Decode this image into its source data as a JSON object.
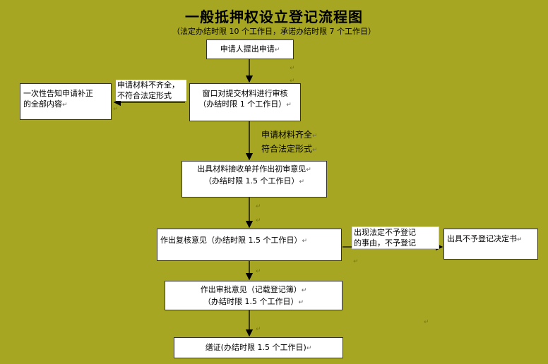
{
  "title": "一般抵押权设立登记流程图",
  "subtitle": "（法定办结时限 10 个工作日，承诺办结时限 7 个工作日）",
  "nodes": {
    "apply": "申请人提出申请",
    "review_line1": "窗口对提交材料进行审核",
    "review_line2": "（办结时限 1 个工作日）",
    "notify_line1": "一次性告知申请补正",
    "notify_line2": "的全部内容",
    "receipt_line1": "出具材料接收单并作出初审意见",
    "receipt_line2": "（办结时限 1.5 个工作日）",
    "recheck": "作出复核意见（办结时限 1.5 个工作日）",
    "refuse": "出具不予登记决定书",
    "approve_line1": "作出审批意见（记载登记簿）",
    "approve_line2": "（办结时限 1.5 个工作日）",
    "certificate": "缮证(办结时限 1.5 个工作日)"
  },
  "edge_labels": {
    "incomplete_line1": "申请材料不齐全，",
    "incomplete_line2": "不符合法定形式",
    "complete_line1": "申请材料齐全",
    "complete_line2": "符合法定形式",
    "no_register_line1": "出现法定不予登记",
    "no_register_line2": "的事由，不予登记"
  },
  "paragraph_mark": "↵"
}
